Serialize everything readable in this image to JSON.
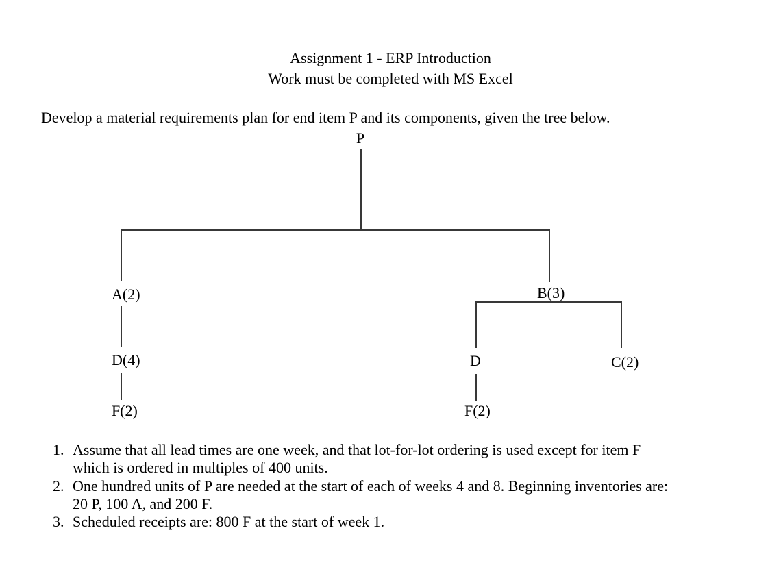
{
  "document": {
    "title_line1": "Assignment 1 - ERP Introduction",
    "title_line2": "Work must be completed with MS Excel",
    "intro": "Develop a material requirements plan for end item P and its components, given the tree below."
  },
  "tree": {
    "root_label": "P",
    "level1_left": "A(2)",
    "level1_right": "B(3)",
    "a_child": "D(4)",
    "a_grandchild": "F(2)",
    "b_child_left": "D",
    "b_child_right": "C(2)",
    "b_grandchild": "F(2)"
  },
  "notes": {
    "items": [
      {
        "number": "1.",
        "lines": [
          "Assume that all lead times are one week, and that lot-for-lot ordering is used except for item F",
          "which is ordered in multiples of 400 units."
        ]
      },
      {
        "number": "2.",
        "lines": [
          "One hundred units of P are needed at the start of each of weeks 4 and 8. Beginning inventories are:",
          "20 P, 100 A, and 200 F."
        ]
      },
      {
        "number": "3.",
        "lines": [
          "Scheduled receipts are: 800 F at the start of week 1."
        ]
      }
    ]
  }
}
